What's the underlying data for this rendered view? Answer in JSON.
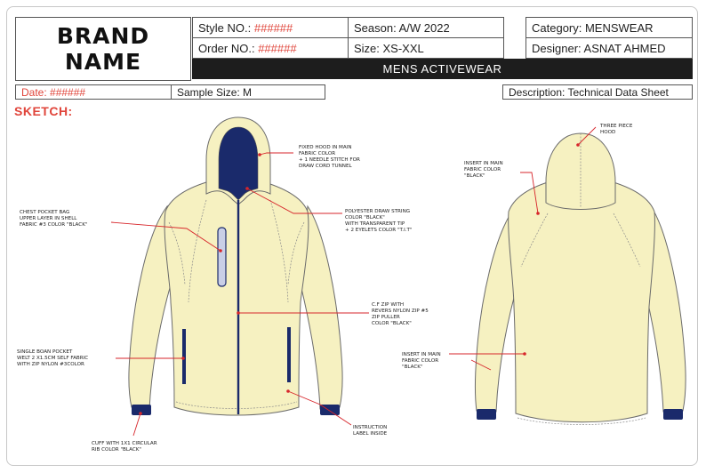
{
  "brand": {
    "line1": "BRAND",
    "line2": "NAME"
  },
  "header": {
    "style_label": "Style NO.:",
    "style_value": "######",
    "order_label": "Order NO.:",
    "order_value": "######",
    "season": "Season: A/W 2022",
    "size": "Size: XS-XXL",
    "category": "Category: MENSWEAR",
    "designer": "Designer: ASNAT AHMED",
    "banner": "MENS ACTIVEWEAR"
  },
  "subheader": {
    "date": "Date: ######",
    "sample_size": "Sample Size: M",
    "description": "Description: Technical Data Sheet"
  },
  "sketch_title": "SKETCH:",
  "notes": {
    "hood_front": [
      "FIXED HOOD IN MAIN",
      "FABRIC COLOR",
      "+ 1 NEEDLE STITCH FOR",
      "DRAW CORD TUNNEL"
    ],
    "draw_string": [
      "POLYESTER DRAW STRING",
      "COLOR \"BLACK\"",
      "WITH TRANSPARENT TIP",
      "+ 2 EYELETS COLOR \"T.I.T\""
    ],
    "chest_pocket": [
      "CHEST POCKET BAG",
      "UPPER LAYER IN SHELL",
      "FABRIC #3 COLOR \"BLACK\""
    ],
    "cf_zip": [
      "C.F ZIP WITH",
      "REVERS NYLON ZIP #5",
      "ZIP PULLER",
      "COLOR \"BLACK\""
    ],
    "welt_pocket": [
      "SINGLE BOAN POCKET",
      "WELT 2 X1.5cm SELF FABRIC",
      "WITH ZIP NYLON #3COLOR"
    ],
    "instruction": [
      "INSTRUCTION",
      "LABEL INSIDE"
    ],
    "cuff": [
      "CUFF WITH 1x1 CIRCULAR",
      "RIB COLOR \"BLACK\""
    ],
    "three_piece_hood": [
      "THREE PIECE",
      "HOOD"
    ],
    "insert_back_upper": [
      "INSERT IN MAIN",
      "FABRIC COLOR",
      "\"BLACK\""
    ],
    "insert_back_lower": [
      "INSERT IN MAIN",
      "FABRIC COLOR",
      "\"BLACK\""
    ]
  },
  "colors": {
    "jacket_fill": "#f6f1c1",
    "trim_navy": "#1a2a6b",
    "accent_red": "#e0443a",
    "callout_red": "#d7262b"
  }
}
